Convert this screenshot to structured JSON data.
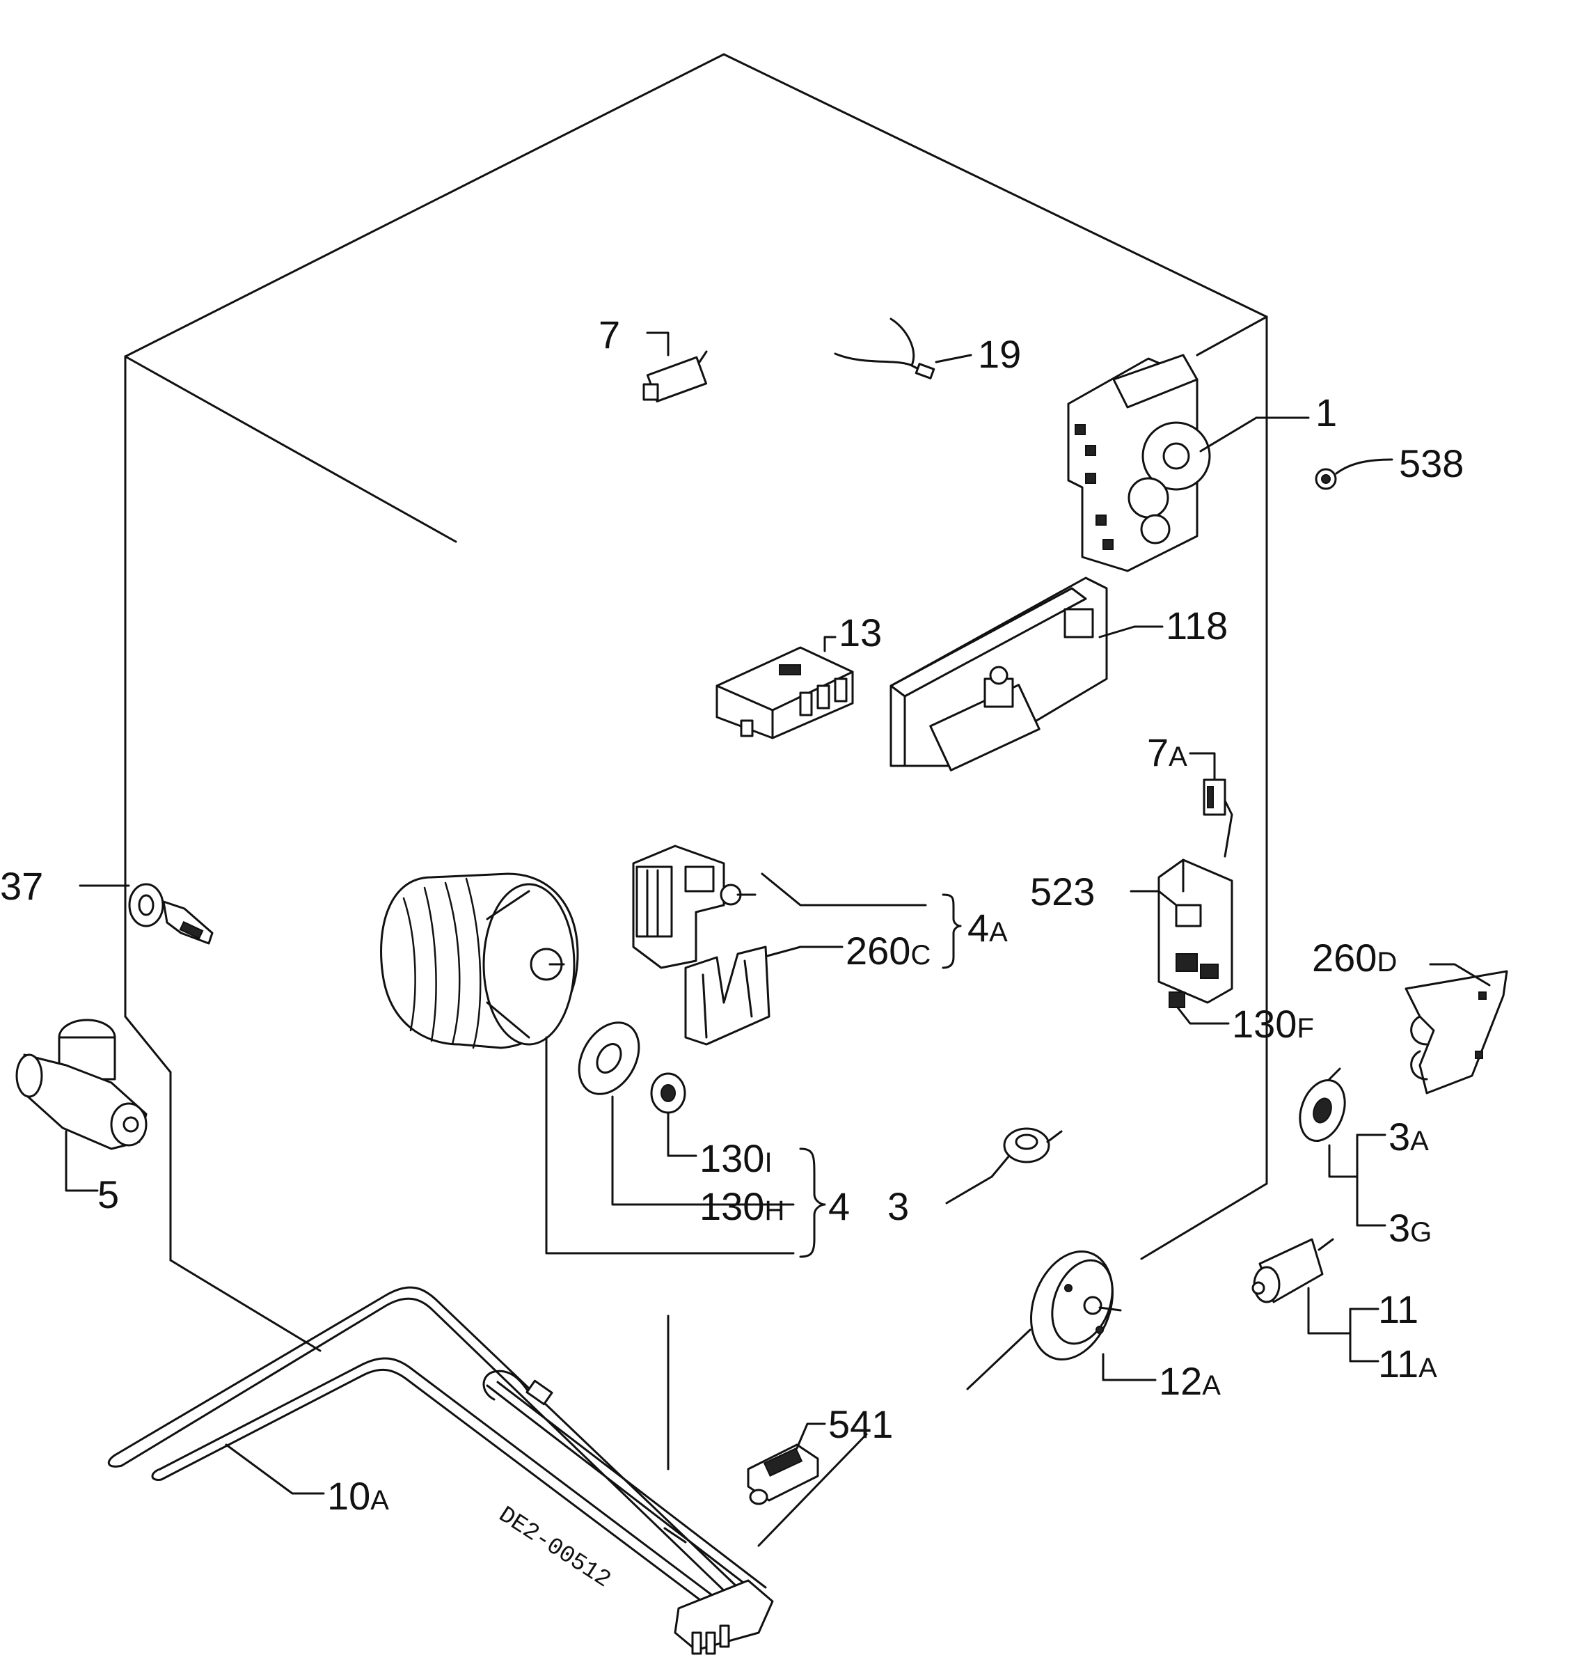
{
  "labels": {
    "p7": "7",
    "p19": "19",
    "p1": "1",
    "p538": "538",
    "p13": "13",
    "p118": "118",
    "p7a_main": "7",
    "p7a_sub": "A",
    "p523": "523",
    "p4a_main": "4",
    "p4a_sub": "A",
    "p260c_main": "260",
    "p260c_sub": "C",
    "p260d_main": "260",
    "p260d_sub": "D",
    "p130f_main": "130",
    "p130f_sub": "F",
    "p37": "37",
    "p5": "5",
    "p130i_main": "130",
    "p130i_sub": "I",
    "p130h_main": "130",
    "p130h_sub": "H",
    "p4": "4",
    "p3": "3",
    "p3a_main": "3",
    "p3a_sub": "A",
    "p3g_main": "3",
    "p3g_sub": "G",
    "p11": "11",
    "p11a_main": "11",
    "p11a_sub": "A",
    "p12a_main": "12",
    "p12a_sub": "A",
    "p541": "541",
    "p10a_main": "10",
    "p10a_sub": "A"
  },
  "drawing_code": "DE2-00512"
}
